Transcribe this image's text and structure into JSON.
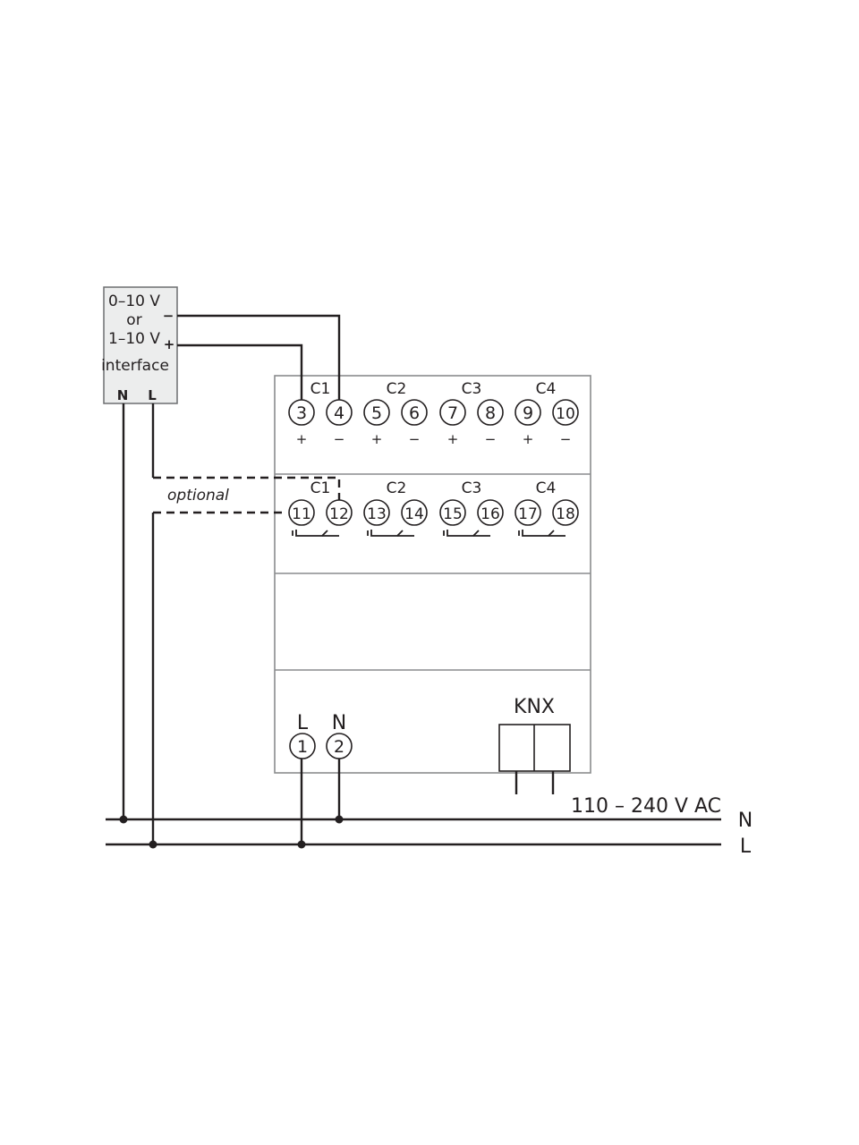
{
  "interface": {
    "line1": "0–10 V",
    "line2": "or",
    "line3": "1–10 V",
    "line4": "interface",
    "minus": "−",
    "plus": "+",
    "n": "N",
    "l": "L"
  },
  "optional_label": "optional",
  "top_row": {
    "channels": [
      "C1",
      "C2",
      "C3",
      "C4"
    ],
    "terminals": [
      "3",
      "4",
      "5",
      "6",
      "7",
      "8",
      "9",
      "10"
    ],
    "signs": [
      "+",
      "−",
      "+",
      "−",
      "+",
      "−",
      "+",
      "−"
    ]
  },
  "relay_row": {
    "channels": [
      "C1",
      "C2",
      "C3",
      "C4"
    ],
    "terminals": [
      "11",
      "12",
      "13",
      "14",
      "15",
      "16",
      "17",
      "18"
    ]
  },
  "supply": {
    "l_label": "L",
    "n_label": "N",
    "terminal_1": "1",
    "terminal_2": "2"
  },
  "knx_label": "KNX",
  "mains": {
    "voltage": "110 – 240 V AC",
    "n": "N",
    "l": "L"
  },
  "colors": {
    "line": "#231f20",
    "box_fill": "#eceded",
    "box_border": "#6d6e70",
    "actuator_border": "#8a8c8e"
  }
}
